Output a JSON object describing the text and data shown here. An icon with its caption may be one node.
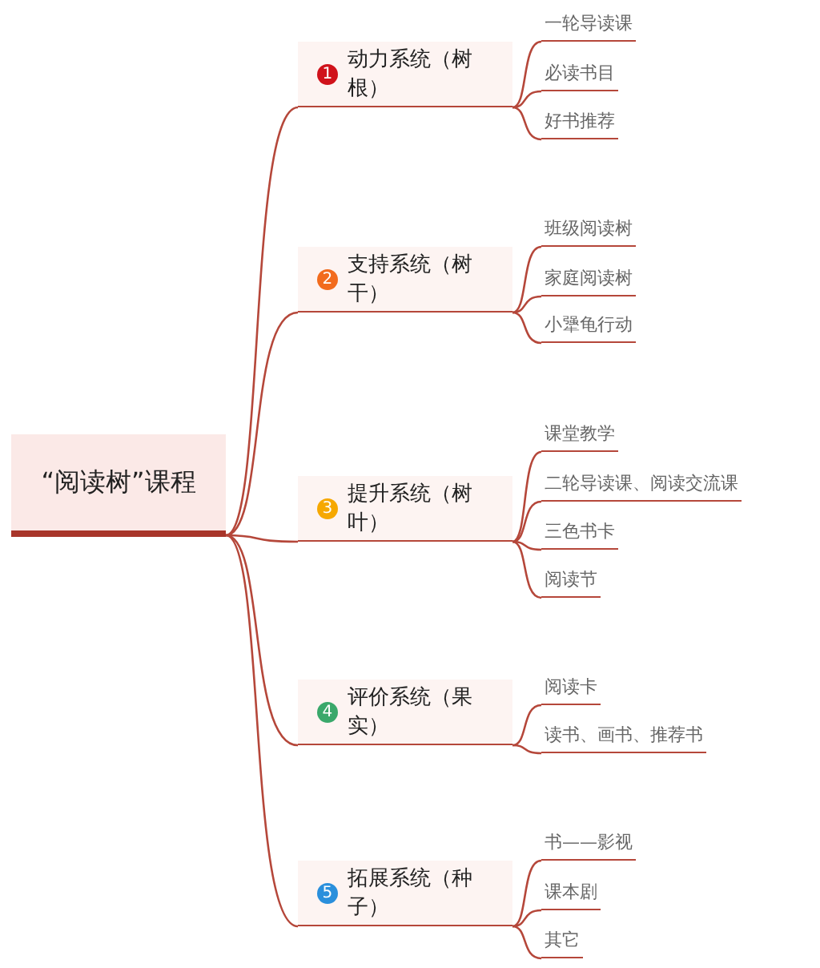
{
  "diagram": {
    "nodes": [
      {
        "text": [
          "“阅读树”课程"
        ]
      },
      {
        "text": [
          "1",
          "动力系统（树根）"
        ]
      },
      {
        "text": [
          "一轮导读课"
        ]
      },
      {
        "text": [
          "必读书目"
        ]
      },
      {
        "text": [
          "好书推荐"
        ]
      },
      {
        "text": [
          "2",
          "支持系统（树干）"
        ]
      },
      {
        "text": [
          "班级阅读树"
        ]
      },
      {
        "text": [
          "家庭阅读树"
        ]
      },
      {
        "text": [
          "小犟龟行动"
        ]
      },
      {
        "text": [
          "3",
          "提升系统（树叶）"
        ]
      },
      {
        "text": [
          "课堂教学"
        ]
      },
      {
        "text": [
          "二轮导读课、阅读交流课"
        ]
      },
      {
        "text": [
          "三色书卡"
        ]
      },
      {
        "text": [
          "阅读节"
        ]
      },
      {
        "text": [
          "4",
          "评价系统（果实）"
        ]
      },
      {
        "text": [
          "阅读卡"
        ]
      },
      {
        "text": [
          "读书、画书、推荐书"
        ]
      },
      {
        "text": [
          "5",
          "拓展系统（种子）"
        ]
      },
      {
        "text": [
          "书——影视"
        ]
      },
      {
        "text": [
          "课本剧"
        ]
      },
      {
        "text": [
          "其它"
        ]
      }
    ],
    "edges": [
      {
        "from": 0,
        "to": 1,
        "arrow": "none"
      },
      {
        "from": 1,
        "to": 2,
        "arrow": "none"
      },
      {
        "from": 1,
        "to": 3,
        "arrow": "none"
      },
      {
        "from": 1,
        "to": 4,
        "arrow": "none"
      },
      {
        "from": 0,
        "to": 5,
        "arrow": "none"
      },
      {
        "from": 5,
        "to": 6,
        "arrow": "none"
      },
      {
        "from": 5,
        "to": 7,
        "arrow": "none"
      },
      {
        "from": 5,
        "to": 8,
        "arrow": "none"
      },
      {
        "from": 0,
        "to": 9,
        "arrow": "none"
      },
      {
        "from": 9,
        "to": 10,
        "arrow": "none"
      },
      {
        "from": 9,
        "to": 11,
        "arrow": "none"
      },
      {
        "from": 9,
        "to": 12,
        "arrow": "none"
      },
      {
        "from": 9,
        "to": 13,
        "arrow": "none"
      },
      {
        "from": 0,
        "to": 14,
        "arrow": "none"
      },
      {
        "from": 14,
        "to": 15,
        "arrow": "none"
      },
      {
        "from": 14,
        "to": 16,
        "arrow": "none"
      },
      {
        "from": 0,
        "to": 17,
        "arrow": "none"
      },
      {
        "from": 17,
        "to": 18,
        "arrow": "none"
      },
      {
        "from": 17,
        "to": 19,
        "arrow": "none"
      },
      {
        "from": 17,
        "to": 20,
        "arrow": "none"
      }
    ]
  }
}
